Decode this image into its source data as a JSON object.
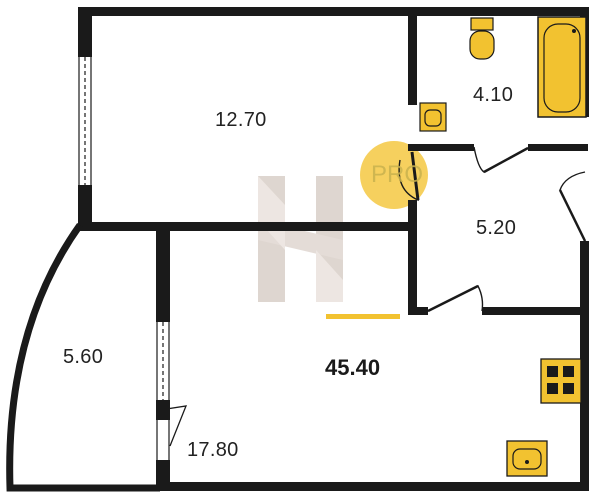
{
  "floorplan": {
    "rooms": [
      {
        "id": "room",
        "area": "12.70"
      },
      {
        "id": "bathroom",
        "area": "4.10"
      },
      {
        "id": "hallway",
        "area": "5.20"
      },
      {
        "id": "balcony",
        "area": "5.60"
      },
      {
        "id": "kitchen_living",
        "area": "17.80"
      }
    ],
    "total_area": "45.40",
    "accent_color": "#f2c230",
    "wall_color": "#1a1a1a",
    "fixture_color": "#f2c230"
  },
  "watermark": {
    "badge_text": "PRO",
    "badge_color": "#f5c842"
  }
}
